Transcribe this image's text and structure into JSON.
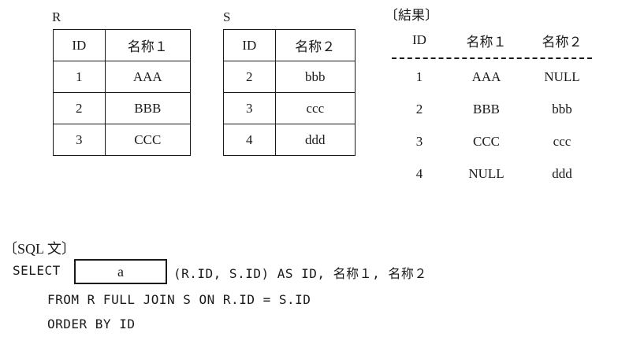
{
  "table_r": {
    "label": "R",
    "headers": [
      "ID",
      "名称１"
    ],
    "rows": [
      [
        "1",
        "AAA"
      ],
      [
        "2",
        "BBB"
      ],
      [
        "3",
        "CCC"
      ]
    ]
  },
  "table_s": {
    "label": "S",
    "headers": [
      "ID",
      "名称２"
    ],
    "rows": [
      [
        "2",
        "bbb"
      ],
      [
        "3",
        "ccc"
      ],
      [
        "4",
        "ddd"
      ]
    ]
  },
  "result": {
    "label": "〔結果〕",
    "headers": [
      "ID",
      "名称１",
      "名称２"
    ],
    "rows": [
      [
        "1",
        "AAA",
        "NULL"
      ],
      [
        "2",
        "BBB",
        "bbb"
      ],
      [
        "3",
        "CCC",
        "ccc"
      ],
      [
        "4",
        "NULL",
        "ddd"
      ]
    ]
  },
  "sql": {
    "label": "〔SQL 文〕",
    "select_keyword": "SELECT",
    "blank_label": "a",
    "line1_rest": "(R.ID, S.ID) AS ID, 名称１, 名称２",
    "line2": "FROM R FULL JOIN S ON R.ID = S.ID",
    "line3": "ORDER BY ID"
  }
}
